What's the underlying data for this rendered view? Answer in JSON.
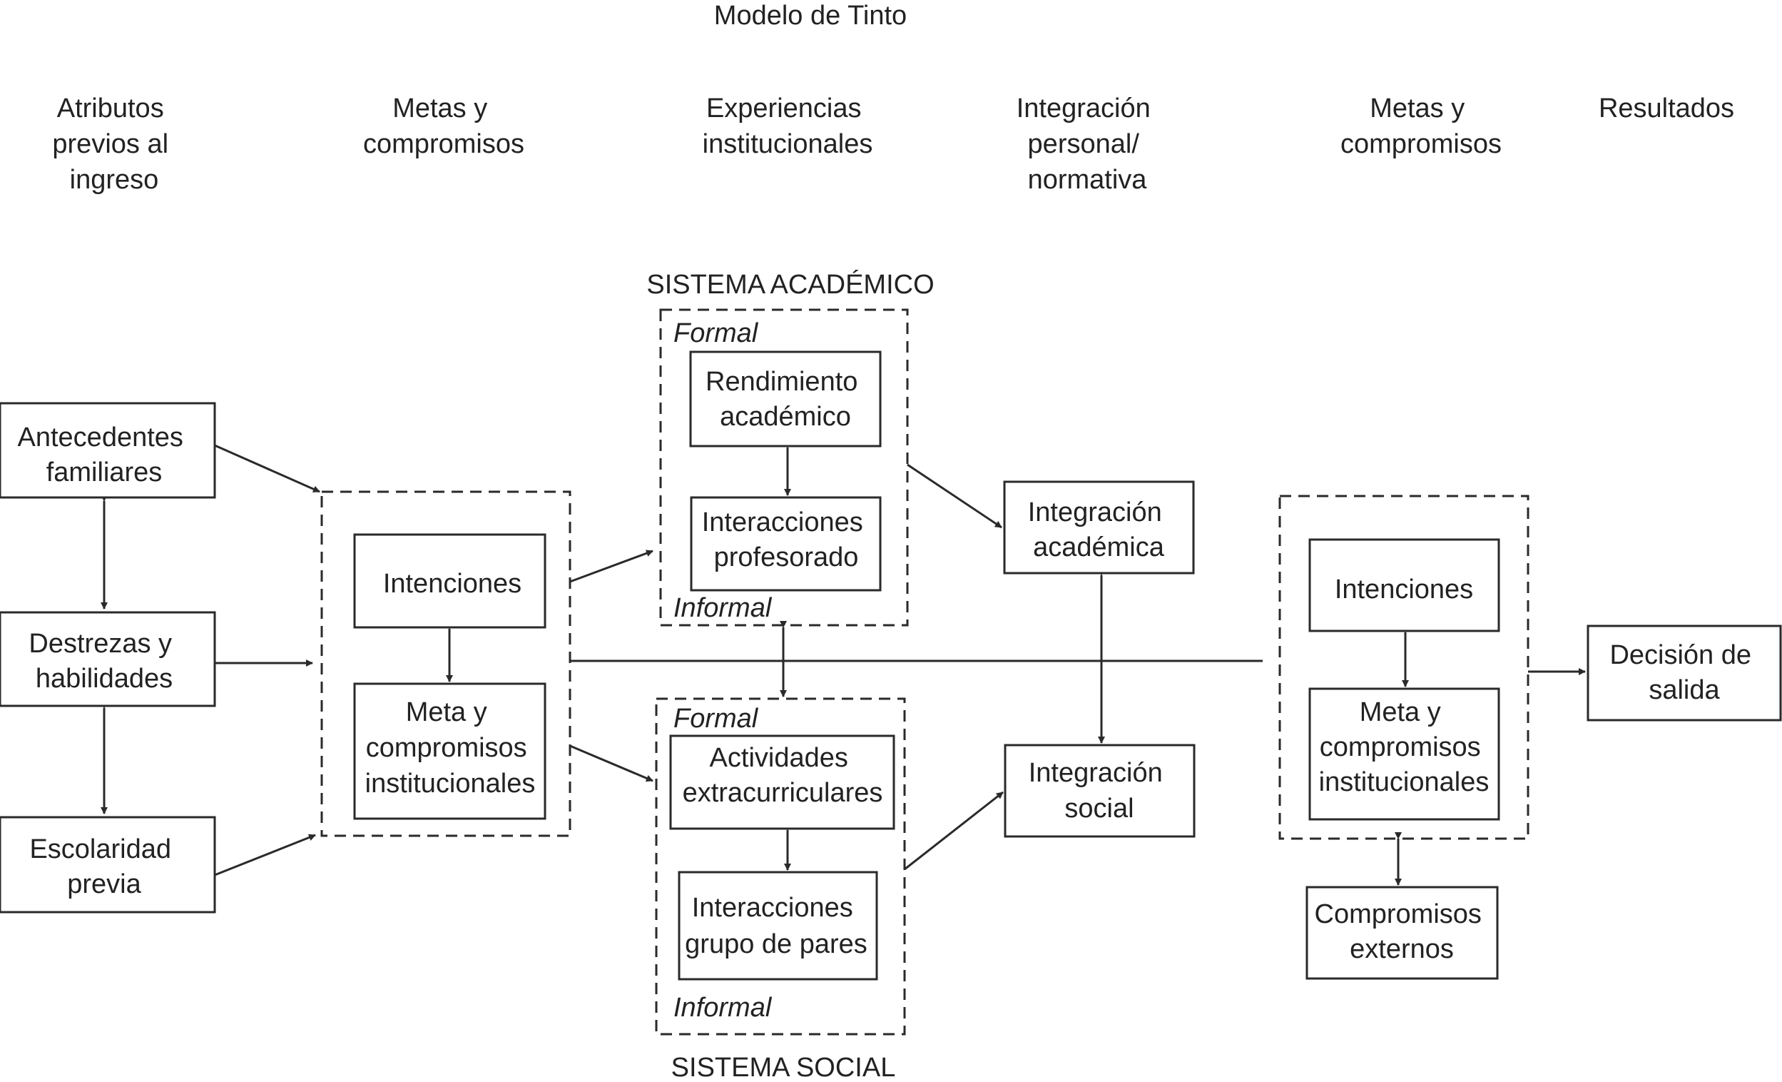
{
  "title": "Modelo de Tinto",
  "headers": {
    "atributos": [
      "Atributos",
      "previos al",
      "ingreso"
    ],
    "metas1": [
      "Metas y",
      "compromisos"
    ],
    "experiencias": [
      "Experiencias",
      "institucionales"
    ],
    "integracion": [
      "Integración",
      "personal/",
      "normativa"
    ],
    "metas2": [
      "Metas y",
      "compromisos"
    ],
    "resultados": [
      "Resultados"
    ]
  },
  "systems": {
    "academic": "SISTEMA ACADÉMICO",
    "social": "SISTEMA SOCIAL",
    "formal": "Formal",
    "informal": "Informal"
  },
  "boxes": {
    "antecedentes": [
      "Antecedentes",
      "familiares"
    ],
    "destrezas": [
      "Destrezas y",
      "habilidades"
    ],
    "escolaridad": [
      "Escolaridad",
      "previa"
    ],
    "intenciones1": [
      "Intenciones"
    ],
    "meta1": [
      "Meta y",
      "compromisos",
      "institucionales"
    ],
    "rendimiento": [
      "Rendimiento",
      "académico"
    ],
    "interacciones_prof": [
      "Interacciones",
      "profesorado"
    ],
    "actividades": [
      "Actividades",
      "extracurriculares"
    ],
    "interacciones_pares": [
      "Interacciones",
      "grupo de pares"
    ],
    "integracion_academica": [
      "Integración",
      "académica"
    ],
    "integracion_social": [
      "Integración",
      "social"
    ],
    "intenciones2": [
      "Intenciones"
    ],
    "meta2": [
      "Meta y",
      "compromisos",
      "institucionales"
    ],
    "compromisos_externos": [
      "Compromisos",
      "externos"
    ],
    "decision": [
      "Decisión de",
      "salida"
    ]
  }
}
